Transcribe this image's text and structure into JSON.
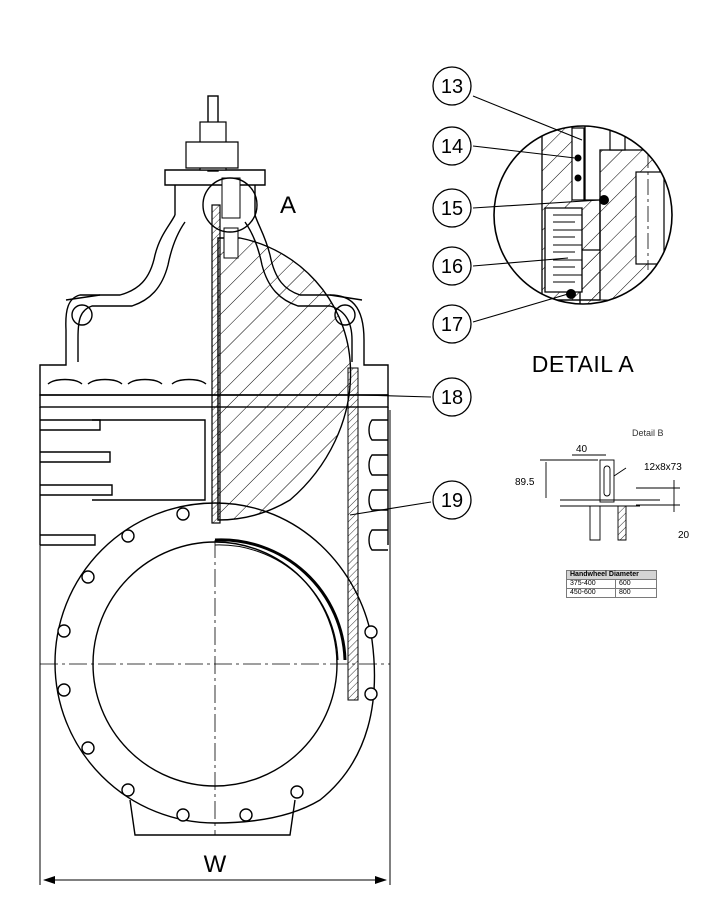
{
  "drawing": {
    "section_label": "A",
    "detail_title": "DETAIL A",
    "width_label": "W",
    "balloons": [
      "13",
      "14",
      "15",
      "16",
      "17",
      "18",
      "19"
    ]
  },
  "detail_b": {
    "title": "Detail B",
    "dim_40": "40",
    "dim_89_5": "89.5",
    "dim_key": "12x8x73",
    "dim_20": "20"
  },
  "handwheel_table": {
    "header": "Handwheel Diameter",
    "rows": [
      [
        "375-400",
        "600"
      ],
      [
        "450-600",
        "800"
      ]
    ]
  }
}
